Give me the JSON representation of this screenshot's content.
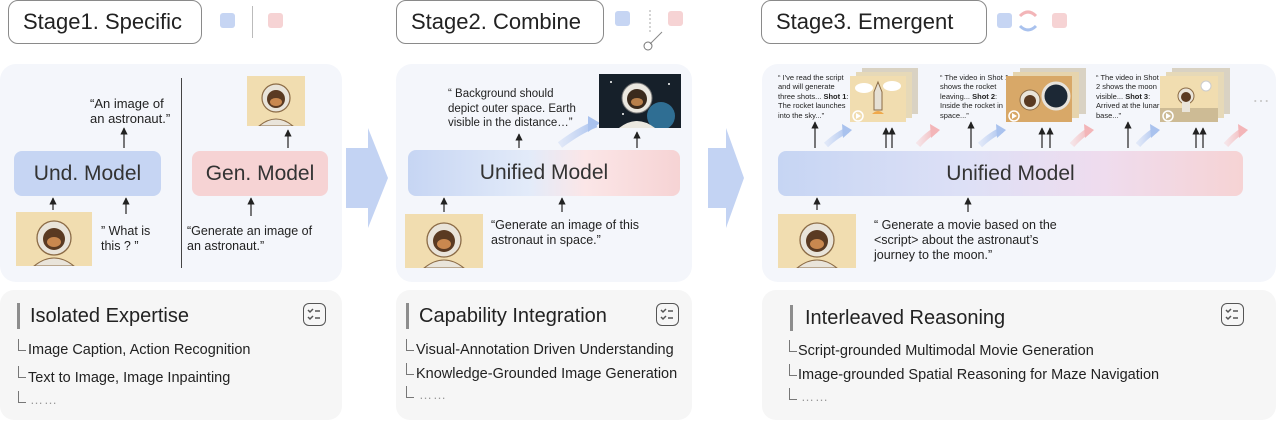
{
  "colors": {
    "und_blue": "#c6d5f3",
    "gen_pink": "#f6d3d4",
    "stage_arrow": "#c3d3f3"
  },
  "stage1": {
    "title": "Stage1. Specific",
    "und_model": "Und. Model",
    "gen_model": "Gen. Model",
    "caption_out": "“An image of an astronaut.”",
    "question": "” What is this ? ”",
    "gen_prompt": "“Generate an image of an astronaut.”",
    "bottom": {
      "title": "Isolated Expertise",
      "items": [
        "Image Caption, Action Recognition",
        "Text to Image, Image Inpainting"
      ],
      "more": "……"
    }
  },
  "stage2": {
    "title": "Stage2. Combine",
    "model": "Unified Model",
    "output_text": "“ Background should depict outer space. Earth visible in the distance…”",
    "prompt": "“Generate an image of this astronaut in  space.”",
    "bottom": {
      "title": "Capability Integration",
      "items": [
        "Visual-Annotation Driven Understanding",
        "Knowledge-Grounded Image Generation"
      ],
      "more": "……"
    }
  },
  "stage3": {
    "title": "Stage3. Emergent",
    "model": "Unified Model",
    "prompt": "“ Generate a movie based on the <script> about the astronaut’s journey to the moon.”",
    "shots": [
      {
        "text": "“ I've read the script and will generate three shots... ",
        "label": "Shot 1",
        "desc": ": The rocket launches into the sky...”"
      },
      {
        "text": "“ The video in Shot 1 shows the rocket leaving... ",
        "label": "Shot 2",
        "desc": ": Inside the rocket in space...”"
      },
      {
        "text": "“ The video in Shot 2 shows the moon visible... ",
        "label": "Shot 3",
        "desc": ": Arrived at the lunar base...”"
      }
    ],
    "ellipsis": "…",
    "bottom": {
      "title": "Interleaved Reasoning",
      "items": [
        "Script-grounded Multimodal Movie Generation",
        "Image-grounded Spatial Reasoning for Maze Navigation"
      ],
      "more": "……"
    }
  }
}
